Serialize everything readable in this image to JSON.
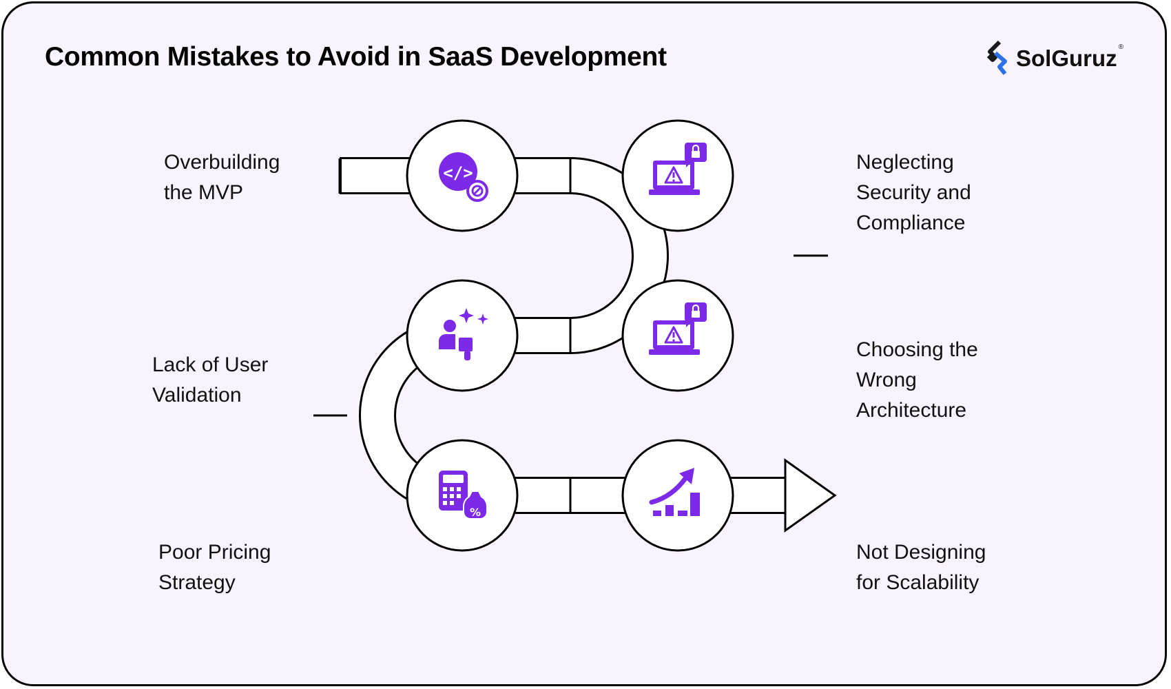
{
  "title": "Common Mistakes to Avoid in SaaS Development",
  "brand": {
    "name": "SolGuruz",
    "mark": "®"
  },
  "accent_color": "#7d2ae8",
  "steps": [
    {
      "lines": [
        "Overbuilding",
        "the MVP"
      ],
      "icon": "code-blocked-icon"
    },
    {
      "lines": [
        "Neglecting",
        "Security and",
        "Compliance"
      ],
      "icon": "laptop-warning-lock-icon"
    },
    {
      "lines": [
        "Choosing the",
        "Wrong",
        "Architecture"
      ],
      "icon": "laptop-warning-lock-icon"
    },
    {
      "lines": [
        "Lack of User",
        "Validation"
      ],
      "icon": "user-thumbs-down-icon"
    },
    {
      "lines": [
        "Poor Pricing",
        "Strategy"
      ],
      "icon": "calculator-money-bag-icon"
    },
    {
      "lines": [
        "Not Designing",
        "for Scalability"
      ],
      "icon": "growth-chart-icon"
    }
  ]
}
